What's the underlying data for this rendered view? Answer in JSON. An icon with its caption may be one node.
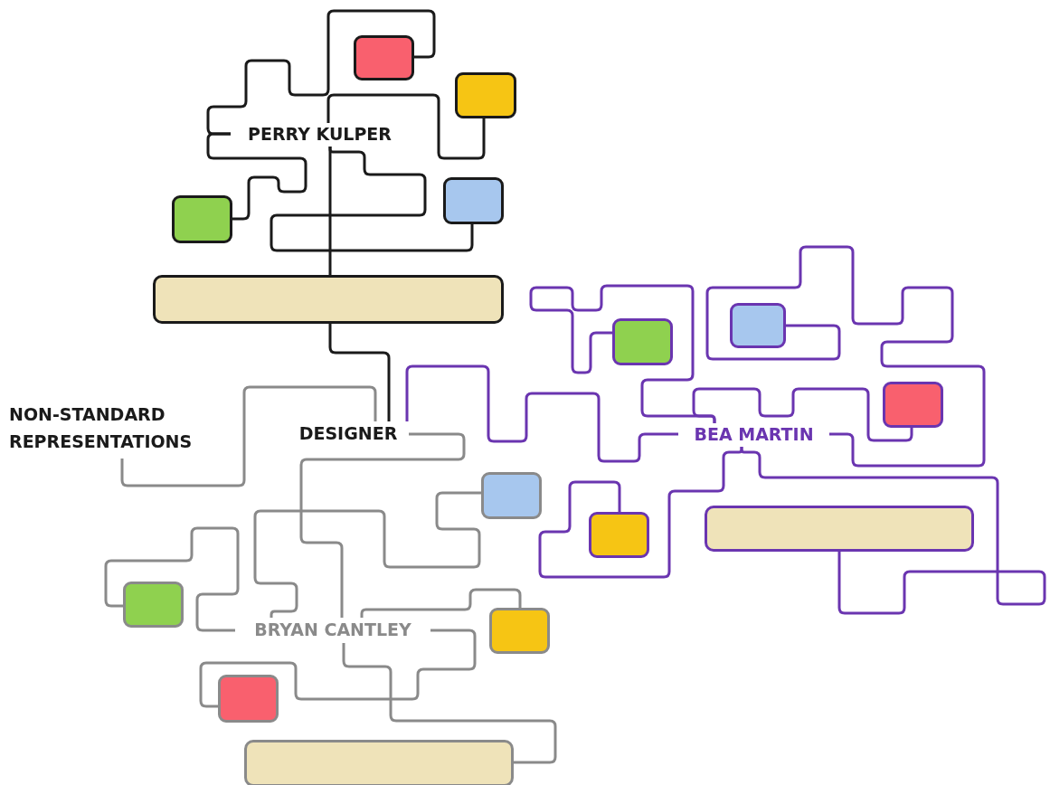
{
  "diagram": {
    "nodes": [
      {
        "text": [
          "PERRY KULPER"
        ]
      },
      {
        "text": [],
        "shape": "box"
      },
      {
        "text": [],
        "shape": "box"
      },
      {
        "text": [],
        "shape": "box"
      },
      {
        "text": [],
        "shape": "box"
      },
      {
        "text": [],
        "shape": "bar"
      },
      {
        "text": [
          "NON-STANDARD REPRESENTATIONS"
        ]
      },
      {
        "text": [
          "DESIGNER"
        ]
      },
      {
        "text": [
          "BEA MARTIN"
        ]
      },
      {
        "text": [],
        "shape": "box"
      },
      {
        "text": [],
        "shape": "box"
      },
      {
        "text": [],
        "shape": "box"
      },
      {
        "text": [],
        "shape": "box"
      },
      {
        "text": [],
        "shape": "bar"
      },
      {
        "text": [],
        "shape": "box"
      },
      {
        "text": [],
        "shape": "box"
      },
      {
        "text": [
          "BRYAN CANTLEY"
        ]
      },
      {
        "text": [],
        "shape": "box"
      },
      {
        "text": [],
        "shape": "box"
      },
      {
        "text": [],
        "shape": "bar"
      }
    ],
    "edges": [
      {
        "from": 0,
        "to": 1,
        "arrow": "none",
        "color": "#1a1a1a"
      },
      {
        "from": 0,
        "to": 2,
        "arrow": "none",
        "color": "#1a1a1a"
      },
      {
        "from": 0,
        "to": 3,
        "arrow": "none",
        "color": "#1a1a1a"
      },
      {
        "from": 0,
        "to": 4,
        "arrow": "none",
        "color": "#1a1a1a"
      },
      {
        "from": 0,
        "to": 5,
        "arrow": "none",
        "color": "#1a1a1a"
      },
      {
        "from": 5,
        "to": 7,
        "arrow": "none",
        "color": "#1a1a1a"
      },
      {
        "from": 7,
        "to": 8,
        "arrow": "none",
        "color": "#6a35b0"
      },
      {
        "from": 8,
        "to": 9,
        "arrow": "none",
        "color": "#6a35b0"
      },
      {
        "from": 8,
        "to": 11,
        "arrow": "none",
        "color": "#6a35b0"
      },
      {
        "from": 8,
        "to": 10,
        "arrow": "none",
        "color": "#6a35b0"
      },
      {
        "from": 8,
        "to": 12,
        "arrow": "none",
        "color": "#6a35b0"
      },
      {
        "from": 8,
        "to": 13,
        "arrow": "none",
        "color": "#6a35b0"
      },
      {
        "from": 6,
        "to": 7,
        "arrow": "none"
      },
      {
        "from": 7,
        "to": 16,
        "arrow": "none"
      },
      {
        "from": 16,
        "to": 14,
        "arrow": "none"
      },
      {
        "from": 16,
        "to": 15,
        "arrow": "none"
      },
      {
        "from": 16,
        "to": 17,
        "arrow": "none"
      },
      {
        "from": 16,
        "to": 18,
        "arrow": "none"
      },
      {
        "from": 16,
        "to": 19,
        "arrow": "none"
      }
    ]
  }
}
